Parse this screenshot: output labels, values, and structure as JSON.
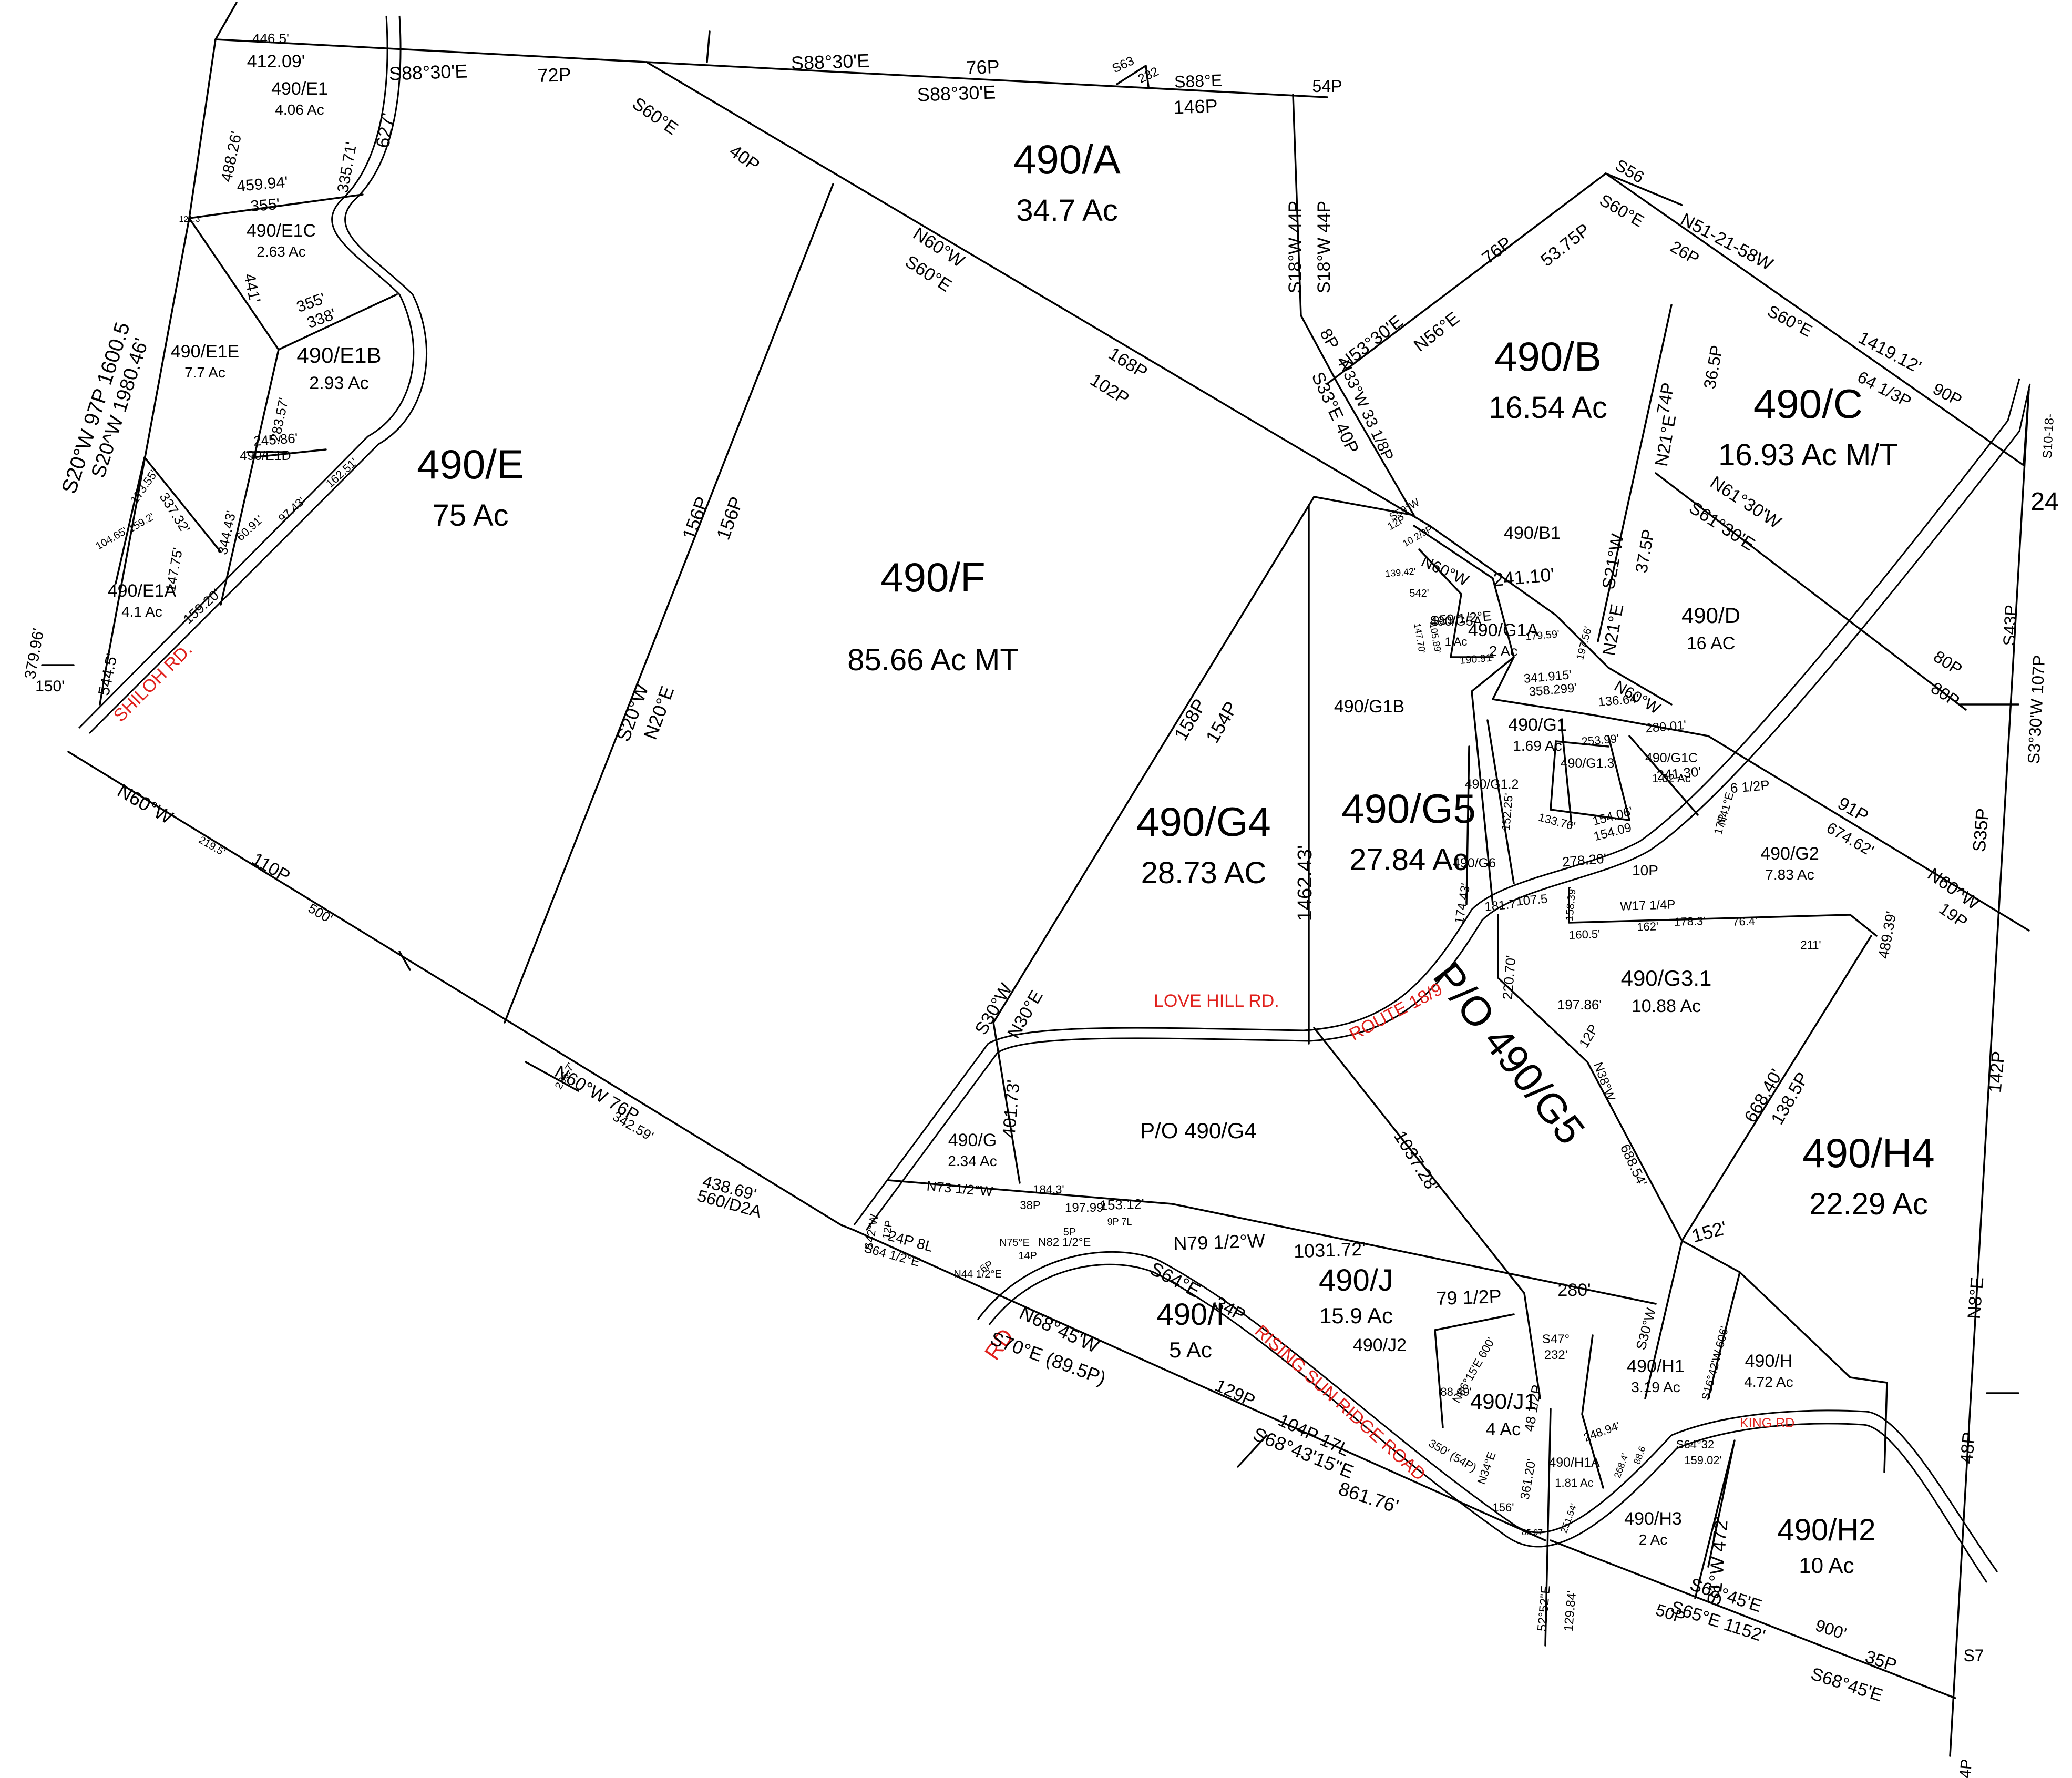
{
  "parcels": [
    {
      "id": "a",
      "label": "490/A",
      "acres": "34.7 Ac",
      "size": "big"
    },
    {
      "id": "b",
      "label": "490/B",
      "acres": "16.54 Ac",
      "size": "big"
    },
    {
      "id": "c",
      "label": "490/C",
      "acres": "16.93 Ac M/T",
      "size": "big"
    },
    {
      "id": "d",
      "label": "490/D",
      "acres": "16 AC",
      "size": "med"
    },
    {
      "id": "e",
      "label": "490/E",
      "acres": "75 Ac",
      "size": "big"
    },
    {
      "id": "e1",
      "label": "490/E1",
      "acres": "4.06 Ac",
      "size": "sm"
    },
    {
      "id": "e1a",
      "label": "490/E1A",
      "acres": "4.1 Ac",
      "size": "sm"
    },
    {
      "id": "e1b",
      "label": "490/E1B",
      "acres": "2.93 Ac",
      "size": "med"
    },
    {
      "id": "e1c",
      "label": "490/E1C",
      "acres": "2.63 Ac",
      "size": "sm"
    },
    {
      "id": "e1d",
      "label": "490/E1D",
      "acres": "",
      "size": "xs"
    },
    {
      "id": "e1e",
      "label": "490/E1E",
      "acres": "7.7 Ac",
      "size": "sm"
    },
    {
      "id": "f",
      "label": "490/F",
      "acres": "85.66 Ac  MT",
      "size": "big"
    },
    {
      "id": "g",
      "label": "490/G",
      "acres": "2.34 Ac",
      "size": "sm"
    },
    {
      "id": "g1",
      "label": "490/G1",
      "acres": "1.69 Ac",
      "size": "sm"
    },
    {
      "id": "g1a",
      "label": "490/G1A",
      "acres": "2 Ac",
      "size": "sm"
    },
    {
      "id": "g1b",
      "label": "490/G1B",
      "acres": "",
      "size": "sm"
    },
    {
      "id": "g1c",
      "label": "490/G1C",
      "acres": "1.02 Ac",
      "size": "xs"
    },
    {
      "id": "g13",
      "label": "490/G1.3",
      "acres": "",
      "size": "xs"
    },
    {
      "id": "g12",
      "label": "490/G1.2",
      "acres": "",
      "size": "xs"
    },
    {
      "id": "g2",
      "label": "490/G2",
      "acres": "7.83 Ac",
      "size": "sm"
    },
    {
      "id": "g31",
      "label": "490/G3.1",
      "acres": "10.88 Ac",
      "size": "med"
    },
    {
      "id": "g4",
      "label": "490/G4",
      "acres": "28.73 AC",
      "size": "big"
    },
    {
      "id": "g5",
      "label": "490/G5",
      "acres": "27.84 Ac",
      "size": "big"
    },
    {
      "id": "g5a",
      "label": "490/G5A",
      "acres": "1 Ac",
      "size": "xs"
    },
    {
      "id": "po_g4",
      "label": "P/O 490/G4",
      "acres": "",
      "size": "med"
    },
    {
      "id": "po_g5",
      "label": "P/O 490/G5",
      "acres": "",
      "size": "big"
    },
    {
      "id": "h",
      "label": "490/H",
      "acres": "4.72 Ac",
      "size": "sm"
    },
    {
      "id": "h1",
      "label": "490/H1",
      "acres": "3.19 Ac",
      "size": "sm"
    },
    {
      "id": "h1a",
      "label": "490/H1A",
      "acres": "1.81 Ac",
      "size": "xs"
    },
    {
      "id": "h2",
      "label": "490/H2",
      "acres": "10 Ac",
      "size": "acb"
    },
    {
      "id": "h3",
      "label": "490/H3",
      "acres": "2 Ac",
      "size": "sm"
    },
    {
      "id": "h4",
      "label": "490/H4",
      "acres": "22.29 Ac",
      "size": "big"
    },
    {
      "id": "i",
      "label": "490/I",
      "acres": "5 Ac",
      "size": "acb"
    },
    {
      "id": "j",
      "label": "490/J",
      "acres": "15.9 Ac",
      "size": "acb"
    },
    {
      "id": "j1",
      "label": "490/J1",
      "acres": "4 Ac",
      "size": "med"
    },
    {
      "id": "j2",
      "label": "490/J2",
      "acres": "",
      "size": "sm"
    },
    {
      "id": "b1",
      "label": "490/B1",
      "acres": "",
      "size": "sm"
    },
    {
      "id": "g6",
      "label": "490/G6",
      "acres": "",
      "size": "xs"
    }
  ],
  "roads": [
    {
      "id": "shiloh",
      "name": "SHILOH RD."
    },
    {
      "id": "love_hill",
      "name": "LOVE HILL RD."
    },
    {
      "id": "route",
      "name": "ROUTE 18/9"
    },
    {
      "id": "rising_sun",
      "name": "RISING SUN RIDGE ROAD"
    },
    {
      "id": "king",
      "name": "KING RD"
    },
    {
      "id": "rd",
      "name": "RD"
    }
  ],
  "bearings": {
    "top1": "S88°30'E",
    "top2": "72P",
    "top3": "S88°30'E",
    "top4": "76P",
    "top5": "S88°30'E",
    "top6": "S88°E",
    "top7": "146P",
    "top8": "54P",
    "top9": "S63",
    "top10": "232",
    "w1": "446.5'",
    "w2": "412.09'",
    "w3": "488.26'",
    "w4": "335.71'",
    "w5": "627'",
    "w6": "459.94'",
    "w7": "355'",
    "w8": "441'",
    "w9": "121.3'",
    "w10": "355'",
    "w11": "338'",
    "w12": "283.57'",
    "w13": "245.86'",
    "w14": "344.43'",
    "w15": "337.32'",
    "w16": "173.55'",
    "w17": "104.65'",
    "w18": "159.2'",
    "w19": "147.75'",
    "w20": "60.91'",
    "w21": "97.43'",
    "w22": "162.51'",
    "w23": "159.20'",
    "w24": "544.5'",
    "w25": "379.96'",
    "w26": "150'",
    "w27": "S20°W  97P  1600.5",
    "w28": "S20^W  1980.46'",
    "a1": "S60°E",
    "a2": "40P",
    "a3": "N60°W",
    "a4": "S60°E",
    "a5": "168P",
    "a6": "102P",
    "a7": "S18°W  44P",
    "a8": "S18°W  44P",
    "f1": "156P",
    "f2": "156P",
    "f3": "S20°W",
    "f4": "N20°E",
    "f5": "N60°W",
    "f6": "110P",
    "f7": "500'",
    "f8": "219.5'",
    "g4a": "158P",
    "g4b": "154P",
    "g4c": "S30°W",
    "g4d": "N30°E",
    "g4e": "1462.43'",
    "b_1": "N53°30'E",
    "b_2": "N56°E",
    "b_3": "76P",
    "b_4": "53.75P",
    "b_5": "8P",
    "b_6": "S33°E 40P",
    "b_7": "N33°W 33 1/8P",
    "b_8": "S60°E",
    "b_9": "26P",
    "b_10": "S56",
    "c1": "N51-21-58W",
    "c2": "1419.12'",
    "c3": "S60°E",
    "c4": "64 1/3P",
    "c5": "90P",
    "c6": "74P",
    "c7": "36.5P",
    "c8": "N21°E",
    "c9": "S21°W",
    "c10": "37.5P",
    "c11": "N21°E",
    "c12": "N61°30'W",
    "c13": "S61°30'E",
    "c14": "80P",
    "c15": "80P",
    "c16": "S43P",
    "c17": "S3°30'W 107P",
    "c18": "S10-18-",
    "c19": "24",
    "g1_1": "N60°W",
    "g1_2": "241.10'",
    "g1_3": "S59 1/2°E",
    "g1_4": "542'",
    "g1_5": "179.59'",
    "g1_6": "197.56'",
    "g1_7": "341.915'",
    "g1_8": "358.299'",
    "g1_9": "136.64'",
    "g1_10": "280.01'",
    "g1_11": "N60°W",
    "g1_12": "253.99'",
    "g1_13": "241.30'",
    "g1_14": "154.06'",
    "g1_15": "154.09",
    "g1_16": "133.76'",
    "g1_17": "278.20'",
    "g1_18": "10P",
    "g1_19": "174.43'",
    "g1_20": "152.25'",
    "g1_21": "190.91'",
    "g1_22": "139.42'",
    "g1_23": "147.70'",
    "g1_24": "105.89'",
    "g1_25": "S59°W",
    "g1_26": "12P",
    "g1_27": "10 2/3P",
    "g2_1": "6 1/2P",
    "g2_2": "91P",
    "g2_3": "674.62'",
    "g2_4": "N60^W",
    "g2_5": "19P",
    "g2_6": "N41°E",
    "g2_7": "17P",
    "g2_8": "489.39'",
    "g2_9": "W17 1/4P",
    "g2_10": "162'",
    "g2_11": "178.3'",
    "g2_12": "76.4'",
    "g2_13": "160.5'",
    "g2_14": "211'",
    "g3_1": "181.7",
    "g3_2": "107.5",
    "g3_3": "158.39'",
    "g3_4": "220.70'",
    "g3_5": "197.86'",
    "g3_6": "12P",
    "g3_7": "N38°W",
    "g3_8": "688.54'",
    "g3_9": "668.40'",
    "g3_10": "138.5P",
    "g3_11": "1037.28'",
    "g3_12": "401.73'",
    "g3_13": "184.3'",
    "g3_14": "38P",
    "g3_15": "197.99'",
    "g3_16": "153.12'",
    "g3_17": "9P 7L",
    "g3_18": "N73 1/2°W",
    "j_1": "N79 1/2°W",
    "j_2": "1031.72'",
    "j_3": "79 1/2P",
    "j_4": "280'",
    "j_5": "S47°",
    "j_6": "232'",
    "j_7": "48 1/2P",
    "j_8": "N86°15'E 600'",
    "j_9": "88.49'",
    "j_10": "350' (54P)",
    "j_11": "N34°E",
    "j_12": "156'",
    "j_13": "361.20'",
    "j_14": "248.94'",
    "i_1": "S64°E",
    "i_2": "34P",
    "i_3": "N68°45'W",
    "i_4": "S70°E (89.5P)",
    "i_5": "129P",
    "i_6": "104P 17L",
    "i_7": "S68°43'15\"E",
    "i_8": "861.76'",
    "i_9": "24P 8L",
    "i_10": "S64 1/2°E",
    "i_11": "N75°E",
    "i_12": "14P",
    "i_13": "5P",
    "i_14": "N82 1/2°E",
    "i_15": "N44 1/2°E",
    "i_16": "6P",
    "i_17": "S42°W",
    "i_18": "12P",
    "h_1": "152'",
    "h_2": "S16°42'W 606'",
    "h_3": "S30°W",
    "h_4": "142P",
    "h_5": "N8°E",
    "h_6": "48P",
    "h_7": "S35P",
    "h_8": "S1°W 472'",
    "h_9": "S64°32",
    "h_10": "159.02'",
    "h_11": "S68°45'E",
    "h_12": "900'",
    "h_13": "S65°E 1152'",
    "h_14": "35P",
    "h_15": "S68°45'E",
    "h_16": "50P",
    "h_17": "52°52\"E",
    "h_18": "129.84'",
    "h_19": "85.07",
    "h_20": "S7",
    "h_21": "4P",
    "h_22": "268.4'",
    "h_23": "88.6",
    "h_24": "251.54'",
    "n1": "N60°W 76P",
    "n2": "342.59'",
    "n3": "438.69'",
    "n4": "560/D2A",
    "n5": "236.7'"
  }
}
